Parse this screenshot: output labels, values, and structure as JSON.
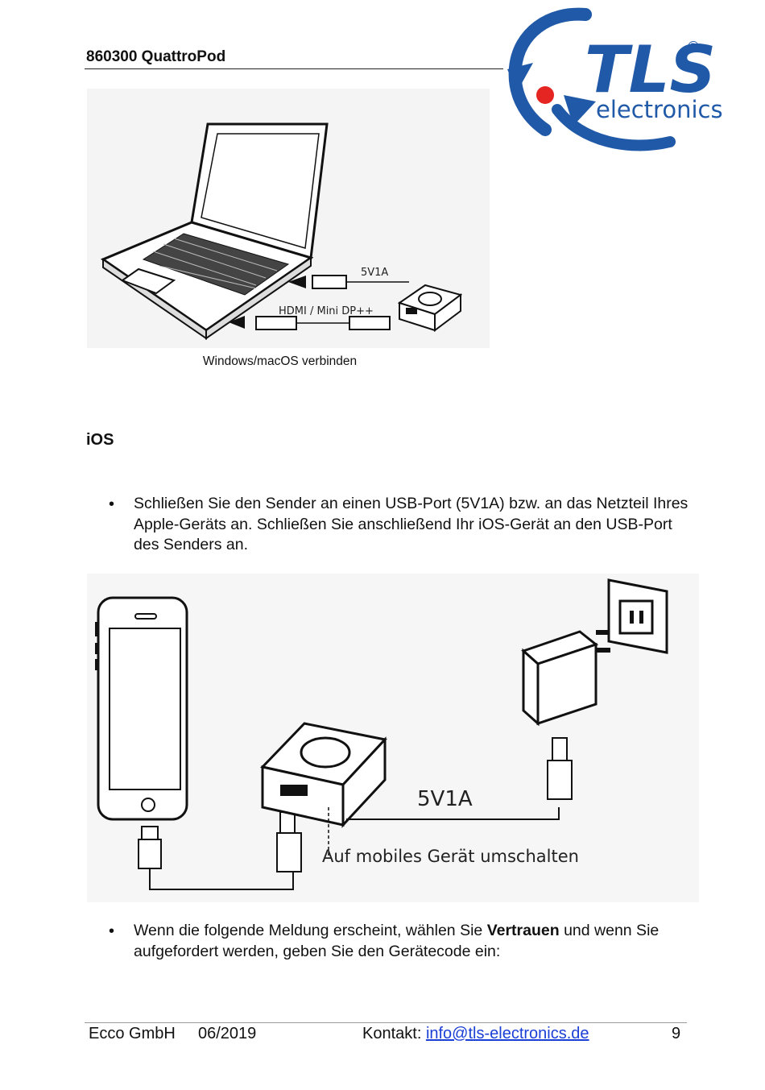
{
  "header": {
    "title": "860300 QuattroPod"
  },
  "logo": {
    "brand": "TLS",
    "registered": "®",
    "subtitle": "electronics",
    "colors": {
      "blue": "#2059a8",
      "red": "#e52521"
    }
  },
  "figure1": {
    "label_power": "5V1A",
    "label_video": "HDMI / Mini DP++",
    "caption": "Windows/macOS verbinden"
  },
  "section": {
    "heading": "iOS"
  },
  "bullets": [
    {
      "text": "Schließen Sie den Sender an einen USB-Port (5V1A) bzw. an das Netzteil Ihres Apple-Geräts an. Schließen Sie anschließend Ihr iOS-Gerät an den USB-Port des Senders an."
    },
    {
      "before": "Wenn die folgende Meldung erscheint, wählen Sie ",
      "bold": "Vertrauen",
      "after": " und wenn Sie aufgefordert werden, geben Sie den Gerätecode ein:"
    }
  ],
  "figure2": {
    "label_power": "5V1A",
    "label_switch": "Auf mobiles Gerät umschalten"
  },
  "footer": {
    "company": "Ecco GmbH",
    "date": "06/2019",
    "contact_label": "Kontakt: ",
    "email": "info@tls-electronics.de",
    "page": "9"
  }
}
